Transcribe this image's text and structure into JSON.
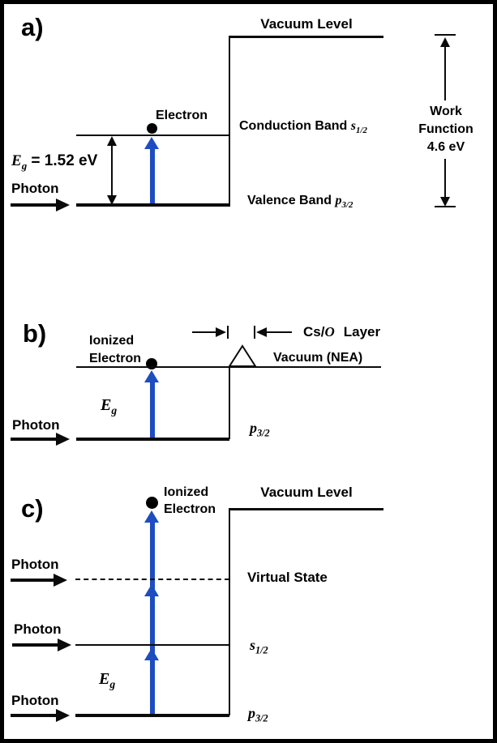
{
  "colors": {
    "arrow_blue": "#1d4dc0",
    "line_black": "#0b0b0b",
    "background": "#ffffff"
  },
  "panel_a": {
    "label": "a)",
    "vacuum_level_label": "Vacuum Level",
    "electron_label": "Electron",
    "conduction_band": {
      "text": "Conduction Band",
      "symbol": "s",
      "subscript": "1/2"
    },
    "valence_band": {
      "text": "Valence Band",
      "symbol": "p",
      "subscript": "3/2"
    },
    "band_gap": {
      "symbol": "E",
      "subscript": "g",
      "value": "= 1.52 eV"
    },
    "photon_label": "Photon",
    "work_function": {
      "line1": "Work",
      "line2": "Function",
      "line3": "4.6 eV"
    }
  },
  "panel_b": {
    "label": "b)",
    "ionized_electron": {
      "line1": "Ionized",
      "line2": "Electron"
    },
    "cso_layer": {
      "prefix": "Cs/",
      "symbol": "O",
      "suffix": "Layer"
    },
    "vacuum_nea_label": "Vacuum (NEA)",
    "band_gap": {
      "symbol": "E",
      "subscript": "g"
    },
    "photon_label": "Photon",
    "p32": {
      "symbol": "p",
      "subscript": "3/2"
    }
  },
  "panel_c": {
    "label": "c)",
    "ionized_electron": {
      "line1": "Ionized",
      "line2": "Electron"
    },
    "vacuum_level_label": "Vacuum Level",
    "virtual_state_label": "Virtual State",
    "photons": [
      {
        "label": "Photon"
      },
      {
        "label": "Photon"
      },
      {
        "label": "Photon"
      }
    ],
    "s12": {
      "symbol": "s",
      "subscript": "1/2"
    },
    "band_gap": {
      "symbol": "E",
      "subscript": "g"
    },
    "p32": {
      "symbol": "p",
      "subscript": "3/2"
    }
  }
}
